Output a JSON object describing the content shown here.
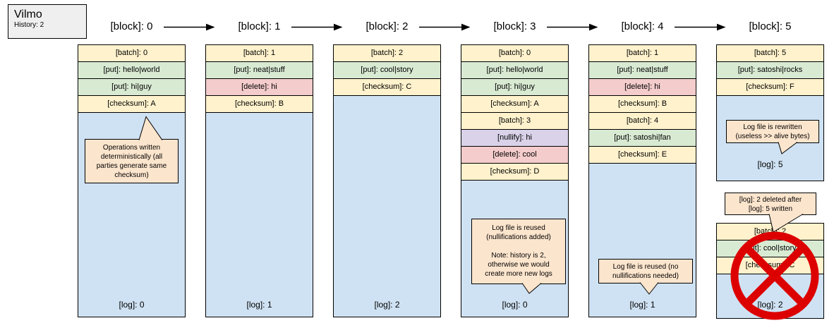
{
  "legend": {
    "title": "Vilmo",
    "subtitle": "History: 2"
  },
  "headers": [
    "[block]: 0",
    "[block]: 1",
    "[block]: 2",
    "[block]: 3",
    "[block]: 4",
    "[block]: 5"
  ],
  "colors": {
    "batch_checksum_row": "#fff2cc",
    "put_row": "#d9ead3",
    "delete_row": "#f4cccc",
    "nullify_row": "#d9d2e9",
    "log_area": "#cfe2f3",
    "note_bubble": "#fce5cd",
    "legend_box": "#efefef",
    "prohibition_sign": "#dd0000",
    "border": "#000000"
  },
  "columns": [
    {
      "ops": [
        "[batch]: 0",
        "[put]: hello|world",
        "[put]: hi|guy",
        "[checksum]: A"
      ],
      "log": "[log]: 0",
      "note": "Operations written\ndeterministically (all\nparties generate same\nchecksum)"
    },
    {
      "ops": [
        "[batch]: 1",
        "[put]: neat|stuff",
        "[delete]: hi",
        "[checksum]: B"
      ],
      "log": "[log]: 1"
    },
    {
      "ops": [
        "[batch]: 2",
        "[put]: cool|story",
        "[checksum]: C"
      ],
      "log": "[log]: 2"
    },
    {
      "ops": [
        "[batch]: 0",
        "[put]: hello|world",
        "[put]: hi|guy",
        "[checksum]: A",
        "[batch]: 3",
        "[nullify]: hi",
        "[delete]: cool",
        "[checksum]: D"
      ],
      "log": "[log]: 0",
      "note": "Log file is reused\n(nullifications added)\n\nNote: history is 2,\notherwise we would\ncreate more new logs"
    },
    {
      "ops": [
        "[batch]: 1",
        "[put]: neat|stuff",
        "[delete]: hi",
        "[checksum]: B",
        "[batch]: 4",
        "[put]: satoshi|fan",
        "[checksum]: E"
      ],
      "log": "[log]: 1",
      "note": "Log file is reused (no\nnullifications needed)"
    },
    {
      "ops": [
        "[batch]: 5",
        "[put]: satoshi|rocks",
        "[checksum]: F"
      ],
      "log": "[log]: 5",
      "note": "Log file is rewritten\n(useless >> alive bytes)",
      "deleted_note": "[log]: 2 deleted after\n[log]: 5 written",
      "deleted_block": {
        "ops": [
          "[batch]: 2",
          "[put]: cool|story",
          "[checksum]: C"
        ],
        "log": "[log]: 2"
      }
    }
  ]
}
